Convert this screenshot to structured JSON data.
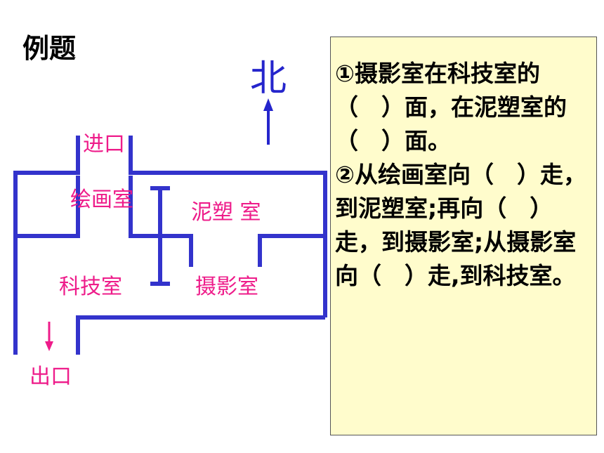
{
  "title": "例题",
  "compass": {
    "north_label": "北"
  },
  "rooms": {
    "entrance": "进口",
    "exit": "出口",
    "painting_room": "绘画室",
    "clay_room": "泥塑 室",
    "tech_room": "科技室",
    "photo_room": "摄影室"
  },
  "questions": [
    "①摄影室在科技室的（　）面，在泥塑室的（　）面。",
    "②从绘画室向（　）走，到泥塑室;再向（　）走，到摄影室;从摄影室向（　）走,到科技室。"
  ],
  "colors": {
    "walls": "#3333cc",
    "room_labels": "#ee1c8a",
    "panel_bg": "#fffccc"
  }
}
